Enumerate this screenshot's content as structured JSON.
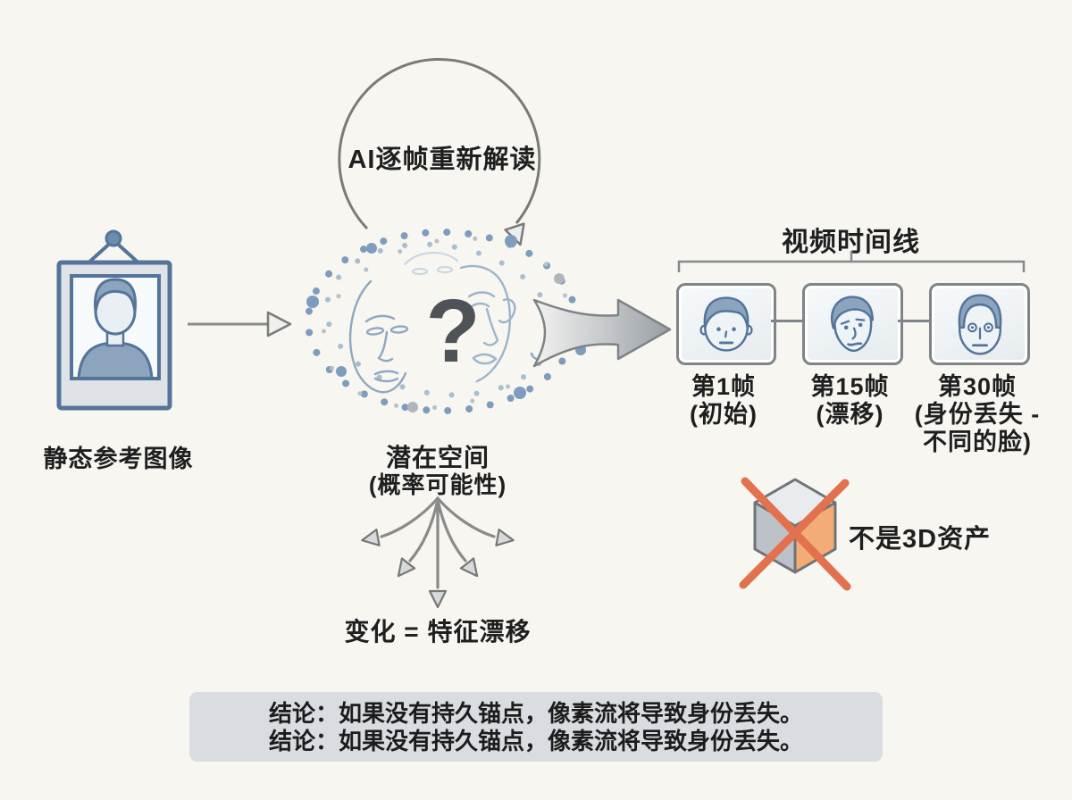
{
  "page": {
    "background": "#f7f6f1"
  },
  "colors": {
    "steel_blue": "#7e9ab9",
    "steel_dark": "#54749a",
    "frame_gray": "#7f8488",
    "arrow_gray": "#8a8a8a",
    "cube_orange": "#f3ac75",
    "cross_orange": "#e2714e",
    "conclusion_bg": "#d9dde1",
    "text": "#1f1f1f"
  },
  "loop": {
    "label": "AI逐帧重新解读"
  },
  "reference": {
    "label": "静态参考图像"
  },
  "latent": {
    "question_mark": "?",
    "title": "潜在空间",
    "subtitle": "(概率可能性)"
  },
  "timeline": {
    "title": "视频时间线",
    "frames": [
      {
        "label": "第1帧",
        "sublabel": "(初始)"
      },
      {
        "label": "第15帧",
        "sublabel": "(漂移)"
      },
      {
        "label": "第30帧",
        "sublabel": "(身份丢失 -",
        "sublabel2": "不同的脸)"
      }
    ]
  },
  "variation": {
    "label": "变化 = 特征漂移"
  },
  "not3d": {
    "label": "不是3D资产"
  },
  "conclusion": {
    "line1": "结论：如果没有持久锚点，像素流将导致身份丢失。",
    "line2": "结论：如果没有持久锚点，像素流将导致身份丢失。"
  }
}
